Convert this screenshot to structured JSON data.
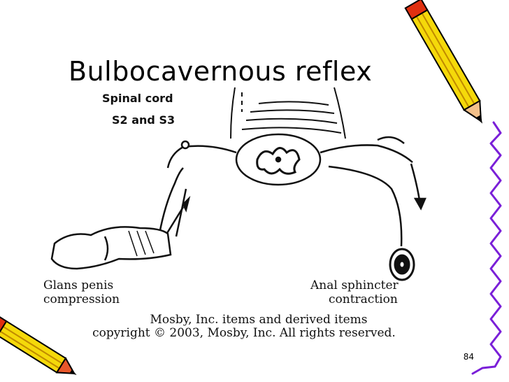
{
  "slide": {
    "title": "Bulbocavernous reflex",
    "page_number": "84"
  },
  "figure": {
    "label_spinal_cord": "Spinal cord",
    "label_segments": "S2 and S3",
    "label_glans_line1": "Glans penis",
    "label_glans_line2": "compression",
    "label_anal_line1": "Anal sphincter",
    "label_anal_line2": "contraction",
    "credit_line1": "Mosby, Inc. items and derived items",
    "credit_line2": "copyright © 2003, Mosby, Inc. All rights reserved."
  },
  "decor": {
    "pencil_body_color": "#f5d90a",
    "pencil_tip_color": "#e03010",
    "squiggle_color": "#7a1fd8"
  }
}
